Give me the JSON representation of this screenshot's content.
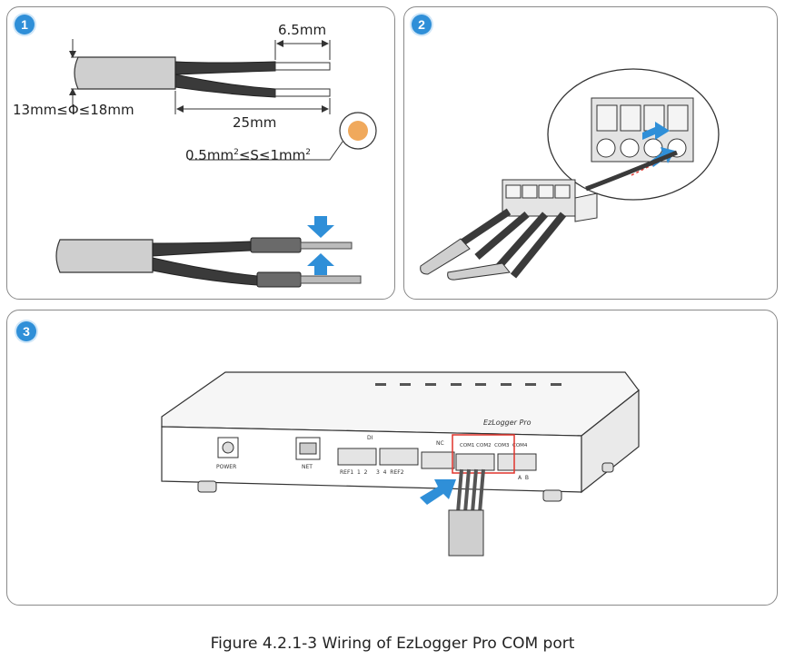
{
  "panels": [
    {
      "badge": "1"
    },
    {
      "badge": "2"
    },
    {
      "badge": "3"
    }
  ],
  "step1": {
    "strip_length": "6.5mm",
    "diameter_range": "13mm≤Φ≤18mm",
    "sheath_length": "25mm",
    "cross_section_prefix": "0.5mm",
    "cross_section_mid": "≤S≤1mm",
    "superscript": "2"
  },
  "step3": {
    "device_name": "EzLogger Pro",
    "port_power": "POWER",
    "port_net": "NET",
    "port_di": "DI",
    "di_pins": "REF1  1  2     3  4  REF2",
    "port_nc": "NC",
    "port_com": "COM1 COM2  COM3  COM4",
    "ab_labels": "A  B"
  },
  "colors": {
    "accent_blue": "#2f8fd8",
    "highlight_red": "#e0342c",
    "copper": "#f0a95c"
  },
  "caption": "Figure 4.2.1-3 Wiring of EzLogger Pro COM port"
}
